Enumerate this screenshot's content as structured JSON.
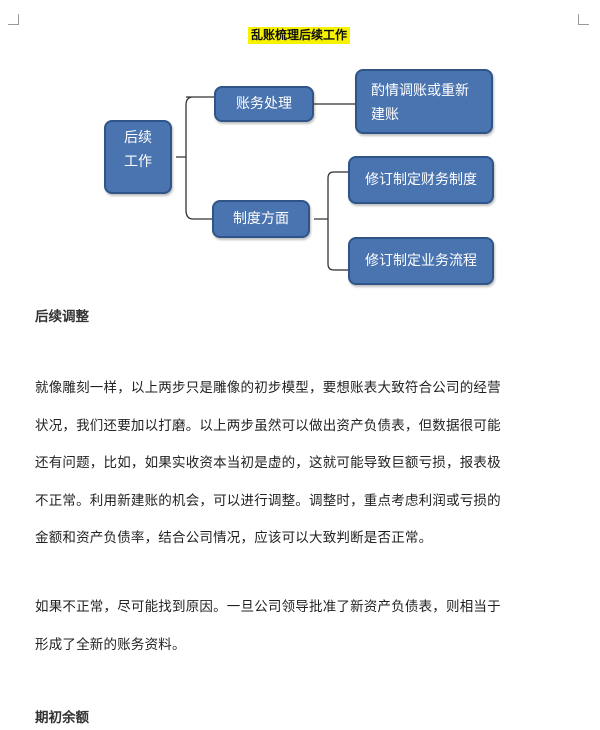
{
  "doc_title": "乱账梳理后续工作",
  "diagram": {
    "root": [
      "后续",
      "工作"
    ],
    "account": "账务处理",
    "system": "制度方面",
    "rebuild": [
      "酌情调账或重新",
      "建账"
    ],
    "finance": "修订制定财务制度",
    "business": "修订制定业务流程"
  },
  "section_heading": "后续调整",
  "paragraphs": [
    "就像雕刻一样，以上两步只是雕像的初步模型，要想账表大致符合公司的经营",
    "状况，我们还要加以打磨。以上两步虽然可以做出资产负债表，但数据很可能",
    "还有问题，比如，如果实收资本当初是虚的，这就可能导致巨额亏损，报表极",
    "不正常。利用新建账的机会，可以进行调整。调整时，重点考虑利润或亏损的",
    "金额和资产负债率，结合公司情况，应该可以大致判断是否正常。"
  ],
  "paragraph2": [
    "如果不正常，尽可能找到原因。一旦公司领导批准了新资产负债表，则相当于",
    "形成了全新的账务资料。"
  ],
  "section_heading2": "期初余额"
}
